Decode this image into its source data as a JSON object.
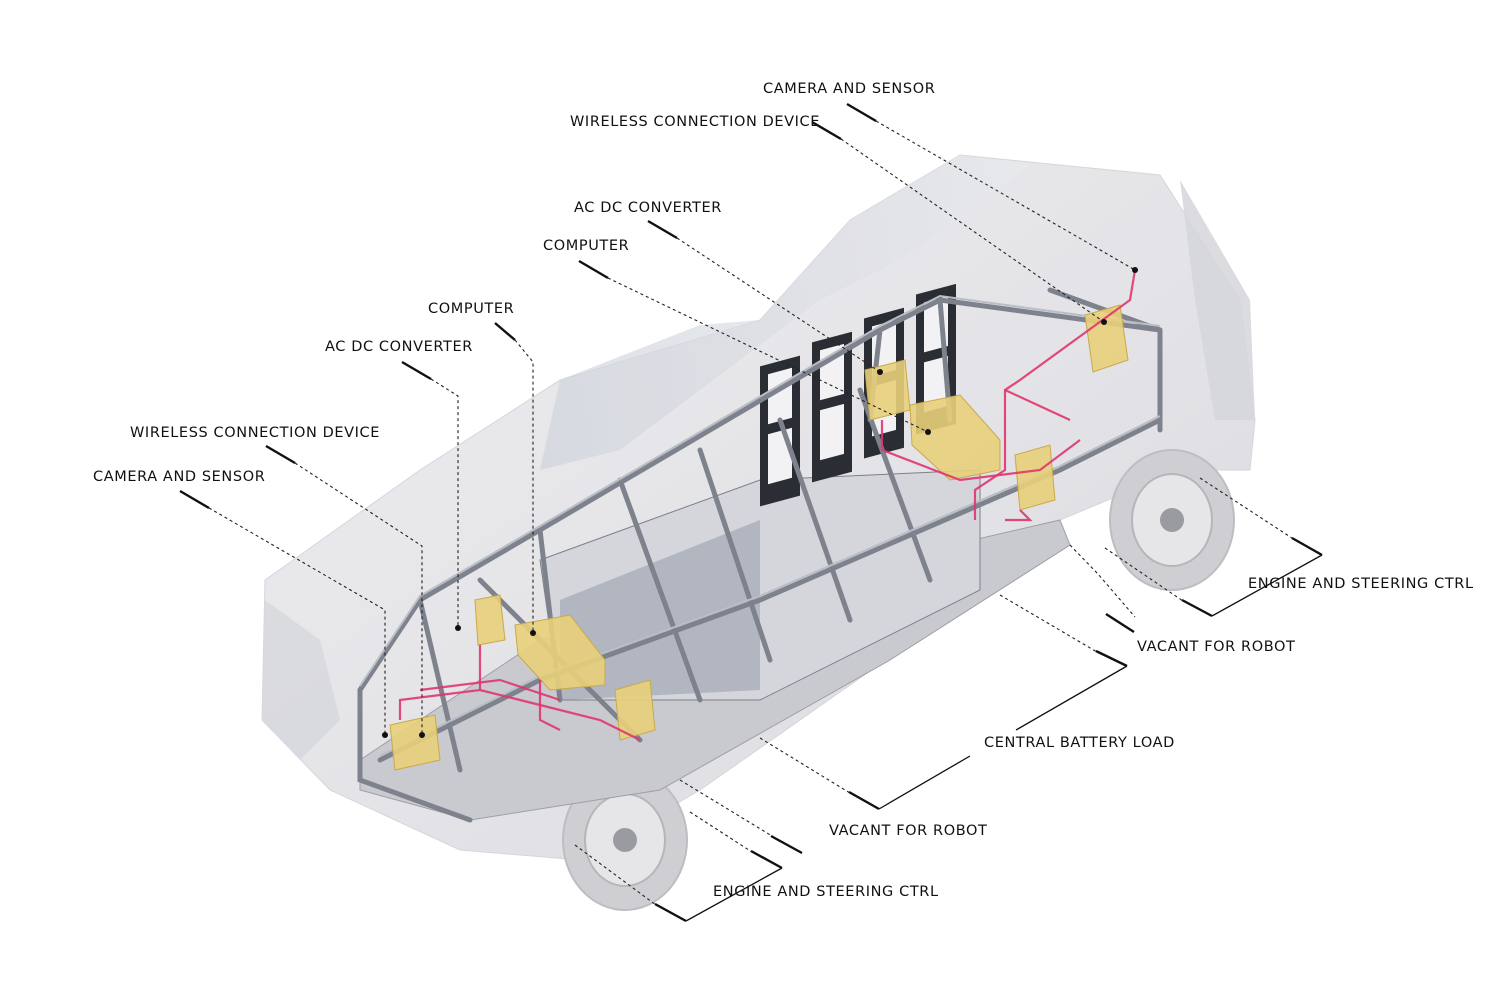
{
  "labels": {
    "camera_sensor_rear": "CAMERA AND SENSOR",
    "wireless_rear": "WIRELESS CONNECTION DEVICE",
    "acdc_rear": "AC DC CONVERTER",
    "computer_rear": "COMPUTER",
    "computer_front": "COMPUTER",
    "acdc_front": "AC DC CONVERTER",
    "wireless_front": "WIRELESS CONNECTION DEVICE",
    "camera_sensor_front": "CAMERA AND SENSOR",
    "engine_steering_rear": "ENGINE AND STEERING CTRL",
    "vacant_robot_rear": "VACANT FOR ROBOT",
    "central_battery": "CENTRAL BATTERY LOAD",
    "vacant_robot_front": "VACANT FOR ROBOT",
    "engine_steering_front": "ENGINE AND STEERING CTRL"
  },
  "colors": {
    "body_shell": "#d9d9de",
    "frame": "#8a8f99",
    "component": "#e8cf7a",
    "wiring": "#e0356e",
    "battery": "#2a2d33"
  }
}
